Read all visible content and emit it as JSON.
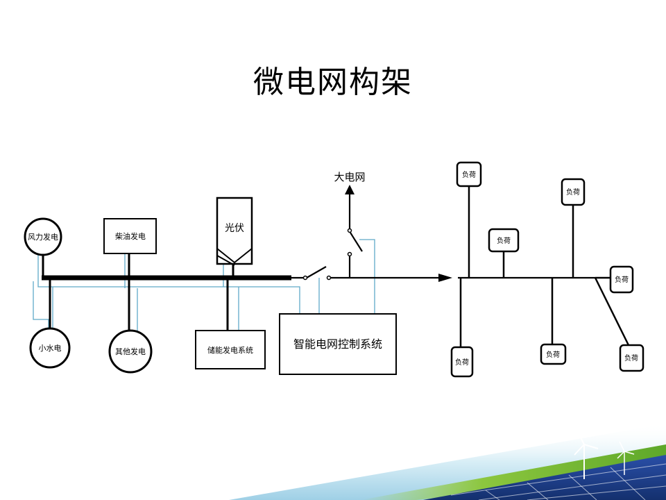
{
  "title": "微电网构架",
  "sources": {
    "wind": "风力发电",
    "diesel": "柴油发电",
    "pv": "光伏",
    "hydro": "小水电",
    "other": "其他发电",
    "storage": "储能发电系统"
  },
  "grid": "大电网",
  "controller": "智能电网控制系统",
  "load": "负荷",
  "colors": {
    "bus": "#000000",
    "control_line": "#5fa9c8",
    "background": "#ffffff"
  }
}
